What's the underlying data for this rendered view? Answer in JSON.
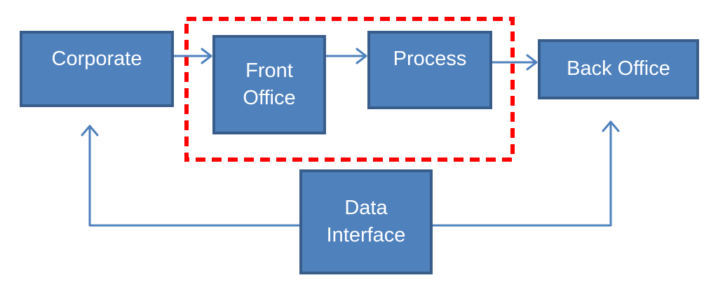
{
  "diagram": {
    "corporate": {
      "label": "Corporate"
    },
    "front_office": {
      "line1": "Front",
      "line2": "Office"
    },
    "process": {
      "label": "Process"
    },
    "back_office": {
      "label": "Back Office"
    },
    "data_interface": {
      "line1": "Data",
      "line2": "Interface"
    }
  },
  "colors": {
    "box_fill": "#4f81bd",
    "box_border": "#385d8a",
    "connector": "#4f81bd",
    "highlight_dashed_border": "#ff0000"
  }
}
